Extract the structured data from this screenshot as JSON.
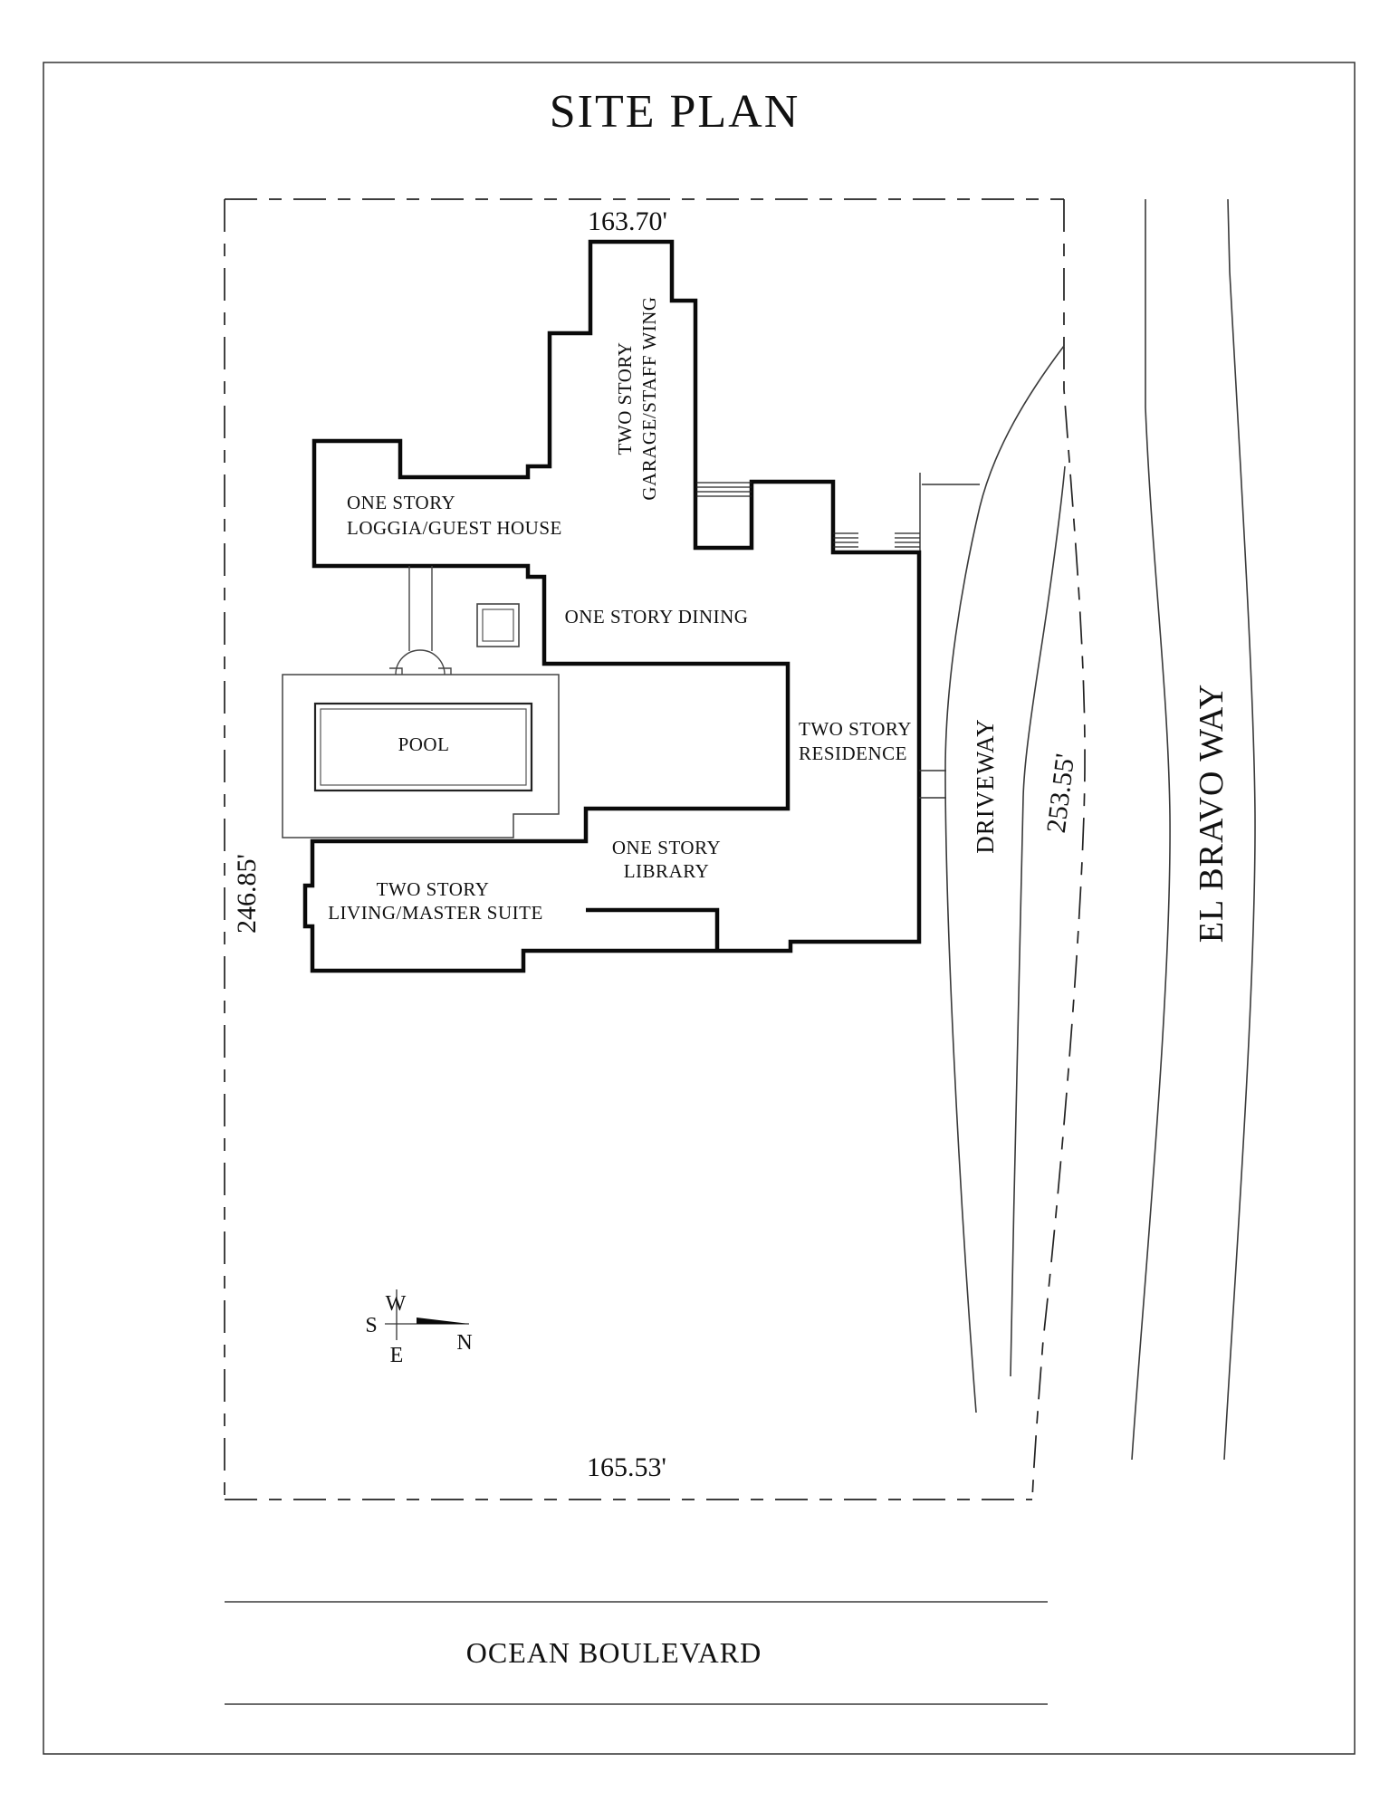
{
  "title": "SITE PLAN",
  "dimensions": {
    "top": "163.70'",
    "left": "246.85'",
    "bottom": "165.53'",
    "right": "253.55'"
  },
  "buildings": {
    "garage": {
      "line1": "TWO STORY",
      "line2": "GARAGE/STAFF WING"
    },
    "loggia": {
      "line1": "ONE STORY",
      "line2": "LOGGIA/GUEST HOUSE"
    },
    "dining": {
      "label": "ONE STORY DINING"
    },
    "pool": {
      "label": "POOL"
    },
    "residence": {
      "line1": "TWO STORY",
      "line2": "RESIDENCE"
    },
    "library": {
      "line1": "ONE STORY",
      "line2": "LIBRARY"
    },
    "living": {
      "line1": "TWO STORY",
      "line2": "LIVING/MASTER SUITE"
    }
  },
  "roads": {
    "driveway": "DRIVEWAY",
    "el_bravo": "EL BRAVO WAY",
    "ocean": "OCEAN BOULEVARD"
  },
  "compass": {
    "n": "N",
    "s": "S",
    "e": "E",
    "w": "W"
  },
  "colors": {
    "line": "#111111",
    "road": "#3a3a3a",
    "background": "#ffffff"
  }
}
